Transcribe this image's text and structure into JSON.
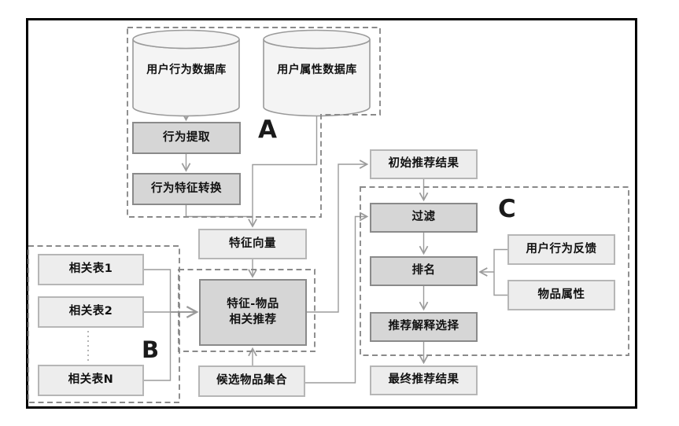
{
  "colors": {
    "frame_color": "#000000",
    "box_light_fill": "#ededed",
    "box_light_border": "#b6b6b6",
    "box_shaded_fill": "#d6d6d6",
    "box_shaded_border": "#8a8a8a",
    "cylinder_fill": "#f4f4f4",
    "cylinder_border": "#9a9a9a",
    "line_color": "#9b9b9b",
    "dash_color": "#8a8a8a",
    "text_color": "#111111"
  },
  "diagram": {
    "group_labels": {
      "a": "A",
      "b": "B",
      "c": "C"
    },
    "nodes": {
      "user_behavior_db": "用户行为数据库",
      "user_attribute_db": "用户属性数据库",
      "behavior_extraction": "行为提取",
      "behavior_feature_conversion": "行为特征转换",
      "feature_vector": "特征向量",
      "related_table_1": "相关表1",
      "related_table_2": "相关表2",
      "related_table_n": "相关表N",
      "feature_item_rec_line1": "特征-物品",
      "feature_item_rec_line2": "相关推荐",
      "candidate_item_set": "候选物品集合",
      "initial_rec_results": "初始推荐结果",
      "filtering": "过滤",
      "ranking": "排名",
      "rec_explanation_selection": "推荐解释选择",
      "final_rec_results": "最终推荐结果",
      "user_behavior_feedback": "用户行为反馈",
      "item_attributes": "物品属性"
    }
  }
}
